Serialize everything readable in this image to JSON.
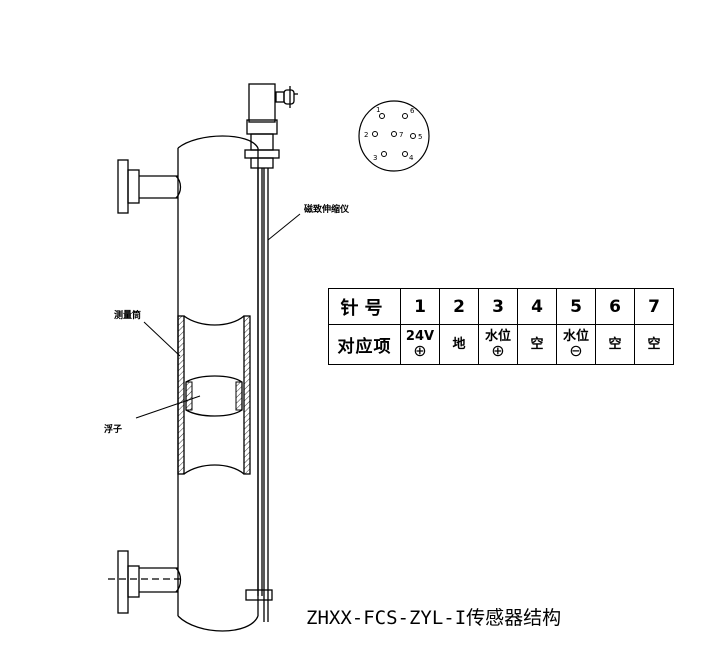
{
  "labels": {
    "magnetic_gauge": "磁致伸缩仪",
    "measuring_tube": "测量筒",
    "float": "浮子"
  },
  "connector": {
    "pins": [
      "1",
      "6",
      "2",
      "7",
      "5",
      "3",
      "4"
    ]
  },
  "table": {
    "header_label": "针号",
    "value_label": "对应项",
    "pin_numbers": [
      "1",
      "2",
      "3",
      "4",
      "5",
      "6",
      "7"
    ],
    "values": [
      {
        "top": "24V",
        "symbol": "⊕"
      },
      {
        "top": "地",
        "symbol": ""
      },
      {
        "top": "水位",
        "symbol": "⊕"
      },
      {
        "top": "空",
        "symbol": ""
      },
      {
        "top": "水位",
        "symbol": "⊖"
      },
      {
        "top": "空",
        "symbol": ""
      },
      {
        "top": "空",
        "symbol": ""
      }
    ]
  },
  "caption": "ZHXX-FCS-ZYL-I传感器结构"
}
